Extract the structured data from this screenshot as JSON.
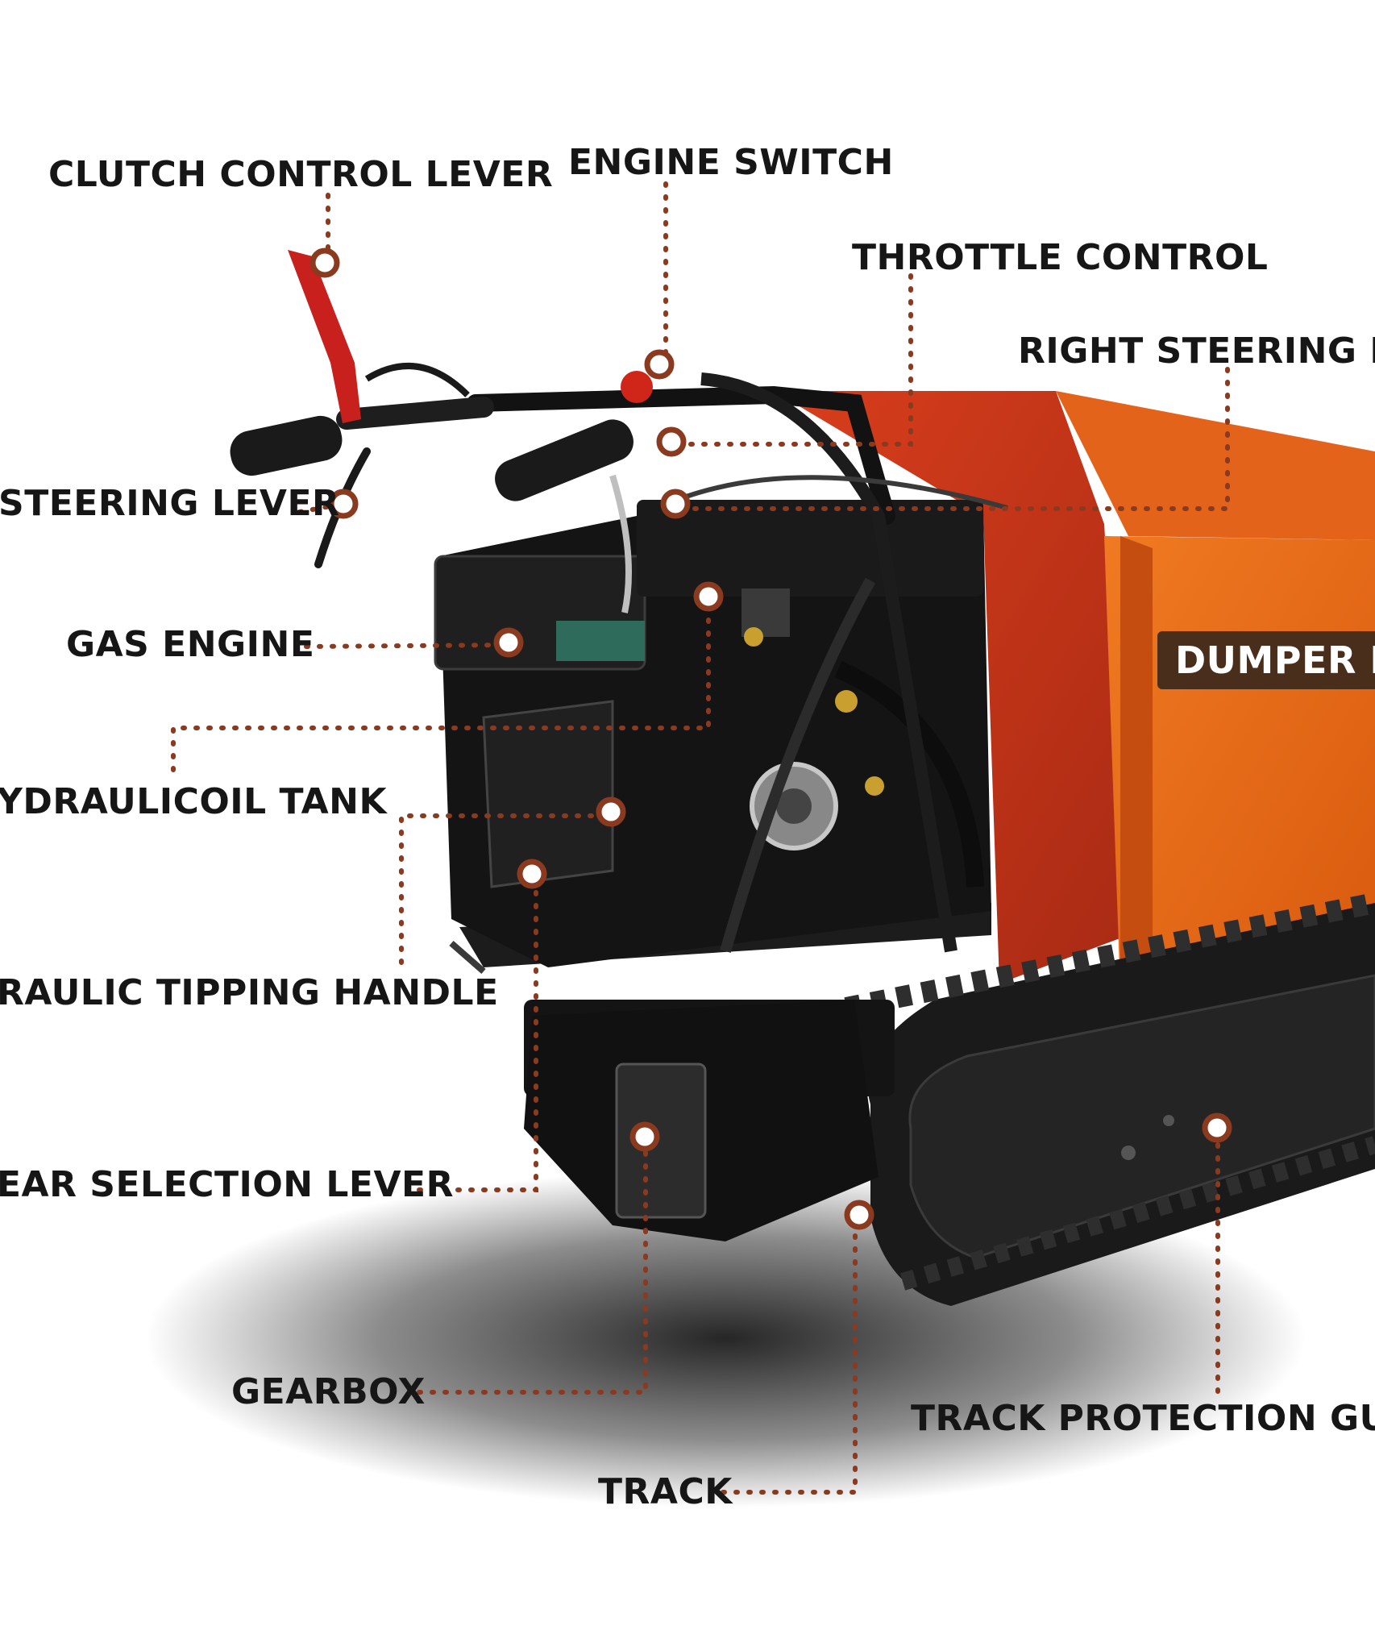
{
  "diagram": {
    "colors": {
      "leader": "#8a3a1e",
      "label_text": "#161616",
      "badge_bg": "#4a2e1c",
      "body_orange": "#ea6a14",
      "body_red": "#c8361a",
      "chassis": "#151515",
      "lever_red": "#c8201c"
    },
    "labels": {
      "clutch_control_lever": "CLUTCH CONTROL LEVER",
      "engine_switch": "ENGINE SWITCH",
      "throttle_control": "THROTTLE CONTROL",
      "right_steering_lever": "RIGHT STEERING LEVER",
      "left_steering_lever": "STEERING LEVER",
      "gas_engine": "GAS ENGINE",
      "hydraulic_oil_tank": "YDRAULICOIL TANK",
      "hydraulic_tipping_handle": "RAULIC TIPPING HANDLE",
      "gear_selection_lever": "EAR SELECTION LEVER",
      "gearbox": "GEARBOX",
      "track": "TRACK",
      "track_protection_guard": "TRACK PROTECTION GUA",
      "dumper_box": "DUMPER BOX"
    }
  }
}
